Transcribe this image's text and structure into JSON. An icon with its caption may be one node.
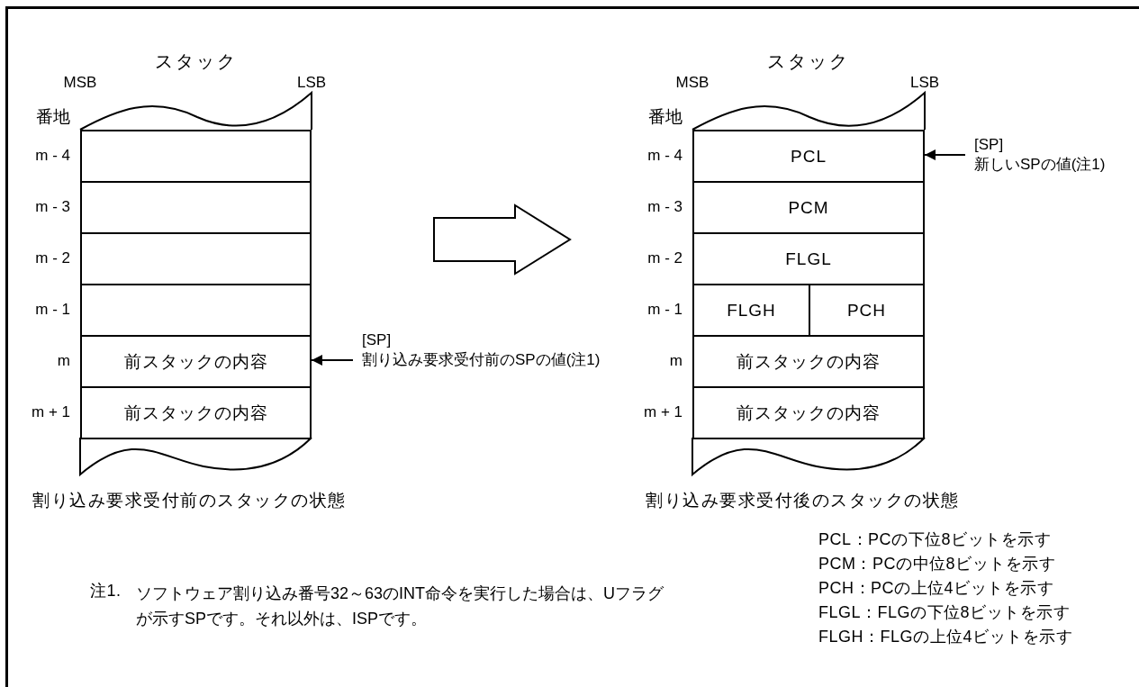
{
  "diagram": {
    "nodes": [
      {
        "text": [
          "スタック"
        ],
        "beside": [
          "割り込み要求受付前のスタックの状態"
        ]
      },
      {
        "text": [],
        "shape": "box",
        "in": 0
      },
      {
        "text": [],
        "shape": "box",
        "in": 0
      },
      {
        "text": [],
        "shape": "box",
        "in": 0
      },
      {
        "text": [],
        "shape": "box",
        "in": 0
      },
      {
        "text": [
          "前スタックの内容"
        ],
        "in": 0
      },
      {
        "text": [
          "前スタックの内容"
        ],
        "in": 0
      },
      {
        "text": [
          "[SP]",
          "割り込み要求受付前のSPの値(注1)"
        ]
      },
      {
        "text": [
          "スタック"
        ],
        "beside": [
          "割り込み要求受付後のスタックの状態"
        ]
      },
      {
        "text": [
          "PCL"
        ],
        "in": 8
      },
      {
        "text": [
          "PCM"
        ],
        "in": 8
      },
      {
        "text": [
          "FLGL"
        ],
        "in": 8
      },
      {
        "text": [
          "FLGH"
        ],
        "in": 8
      },
      {
        "text": [
          "PCH"
        ],
        "in": 8
      },
      {
        "text": [
          "前スタックの内容"
        ],
        "in": 8
      },
      {
        "text": [
          "前スタックの内容"
        ],
        "in": 8
      },
      {
        "text": [
          "[SP]",
          "新しいSPの値(注1)"
        ]
      }
    ],
    "edges": [
      {
        "from": 7,
        "to": 5,
        "arrow": "to"
      },
      {
        "from": 0,
        "to": 8,
        "arrow": "to",
        "style": "thick"
      },
      {
        "from": 16,
        "to": 9,
        "arrow": "to"
      }
    ],
    "labels": [
      "MSB",
      "LSB",
      "番地",
      "m - 4",
      "m - 3",
      "m - 2",
      "m - 1",
      "m",
      "m + 1",
      "MSB",
      "LSB",
      "番地",
      "m - 4",
      "m - 3",
      "m - 2",
      "m - 1",
      "m",
      "m + 1",
      "注1.",
      "ソフトウェア割り込み番号32～63のINT命令を実行した場合は、Uフラグが示すSPです。それ以外は、ISPです。",
      "PCL：PCの下位8ビットを示す",
      "PCM：PCの中位8ビットを示す",
      "PCH：PCの上位4ビットを示す",
      "FLGL：FLGの下位8ビットを示す",
      "FLGH：FLGの上位4ビットを示す"
    ]
  }
}
